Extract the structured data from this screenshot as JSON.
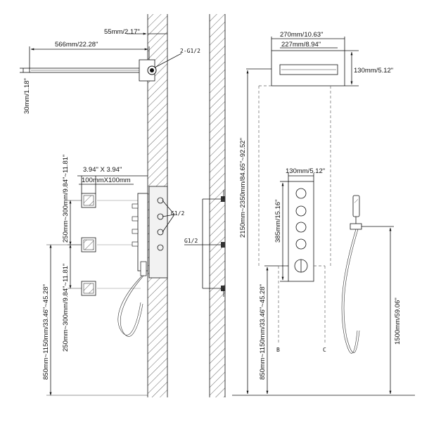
{
  "left_view": {
    "arm_length": "566mm/22.28\"",
    "wall_offset": "55mm/2.17\"",
    "inlet_label": "2-G1/2",
    "head_thickness": "30mm/1.18\"",
    "jet_size_in": "3.94\" X 3.94\"",
    "jet_size_mm": "100mmX100mm",
    "jet_spacing_top": "250mm~300mm/9.84\"~11.81\"",
    "jet_spacing_bottom": "250mm~300mm/9.84\"~11.81\"",
    "valve_height": "850mm~1150mm/33.46\"~45.28\"",
    "valve_inlet_label": "G1/2"
  },
  "right_view": {
    "head_width_outer": "270mm/10.63\"",
    "head_width_inner": "227mm/8.94\"",
    "head_depth": "130mm/5.12\"",
    "head_height": "2150mm~2350mm/84.65\"~92.52\"",
    "panel_width": "130mm/5.12\"",
    "panel_height": "385mm/15.16\"",
    "panel_inlet_label": "G1/2",
    "panel_floor_height": "850mm~1150mm/33.46\"~45.28\"",
    "hand_shower_height": "1500mm/59.06\"",
    "pipe_label_b": "B",
    "pipe_label_c": "C"
  }
}
